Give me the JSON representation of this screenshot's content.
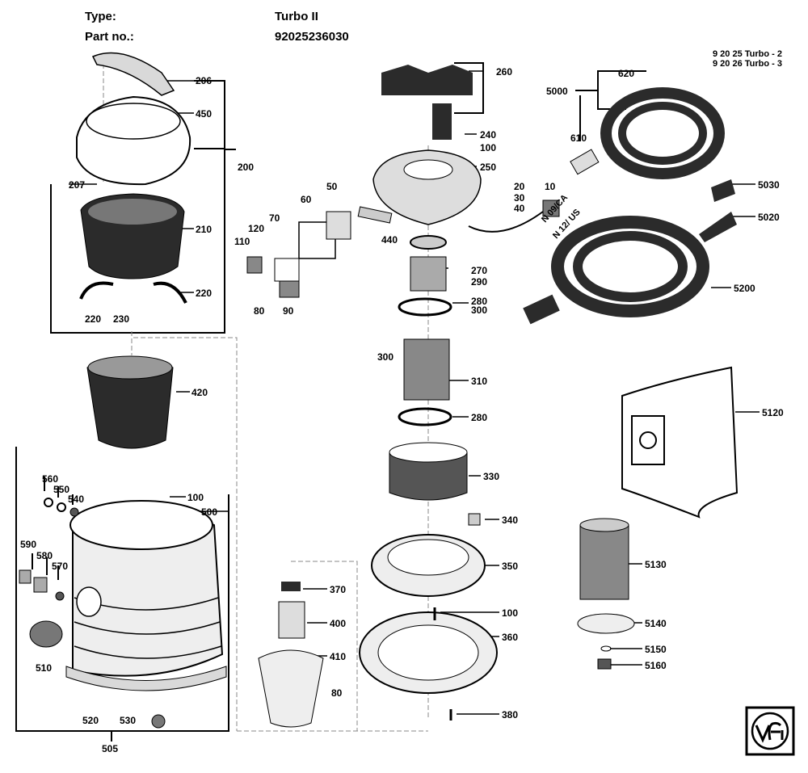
{
  "header": {
    "type_label": "Type:",
    "type_value": "Turbo II",
    "part_label": "Part no.:",
    "part_value": "92025236030"
  },
  "variants": [
    "9 20 25 Turbo - 2",
    "9 20 26 Turbo - 3"
  ],
  "callouts": {
    "c206": "206",
    "c450": "450",
    "c200": "200",
    "c207": "207",
    "c210": "210",
    "c220a": "220",
    "c220b": "220",
    "c230": "230",
    "c420": "420",
    "c560": "560",
    "c550": "550",
    "c540": "540",
    "c100a": "100",
    "c500": "500",
    "c590": "590",
    "c580": "580",
    "c570": "570",
    "c510": "510",
    "c520": "520",
    "c530": "530",
    "c505": "505",
    "c260": "260",
    "c240": "240",
    "c100b": "100",
    "c250": "250",
    "c20": "20",
    "c30": "30",
    "c40": "40",
    "c10": "10",
    "c50": "50",
    "c60": "60",
    "c70": "70",
    "c120": "120",
    "c110": "110",
    "c80a": "80",
    "c90": "90",
    "c440": "440",
    "c270": "270",
    "c290": "290",
    "c280a": "280",
    "c300a": "300",
    "c300b": "300",
    "c310": "310",
    "c280b": "280",
    "c330": "330",
    "c340": "340",
    "c350": "350",
    "c100c": "100",
    "c360": "360",
    "c380": "380",
    "c370": "370",
    "c400": "400",
    "c410": "410",
    "c80b": "80",
    "c620": "620",
    "c5000": "5000",
    "c610": "610",
    "c5030": "5030",
    "c5020": "5020",
    "c5200": "5200",
    "c5120": "5120",
    "c5130": "5130",
    "c5140": "5140",
    "c5150": "5150",
    "c5160": "5160"
  },
  "cable_labels": [
    "N 09/CA",
    "N 12/ US"
  ],
  "colors": {
    "ink": "#000000",
    "dark_part": "#2b2b2b",
    "mid_part": "#8a8a8a",
    "light_part": "#d9d9d9",
    "paper": "#ffffff"
  },
  "logo": {
    "icon": "fein-logo-icon"
  }
}
